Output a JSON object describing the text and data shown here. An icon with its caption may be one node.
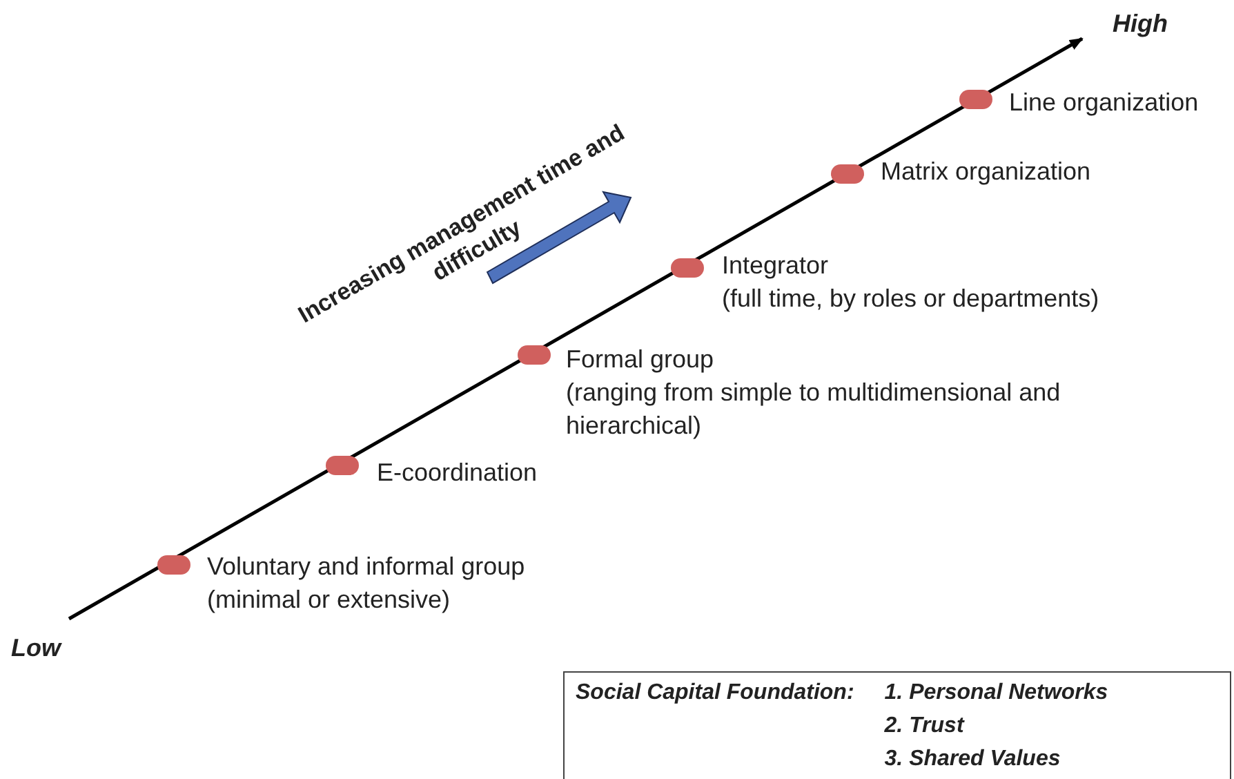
{
  "diagram": {
    "nodes": [
      {
        "text": [],
        "shape": "circle",
        "beside": [
          "Voluntary and informal group",
          "(minimal or extensive)"
        ]
      },
      {
        "text": [],
        "shape": "circle",
        "beside": [
          "E-coordination"
        ]
      },
      {
        "text": [],
        "shape": "circle",
        "beside": [
          "Formal group",
          "(ranging from simple to multidimensional and hierarchical)"
        ]
      },
      {
        "text": [],
        "shape": "circle",
        "beside": [
          "Integrator",
          "(full time, by roles or departments)"
        ]
      },
      {
        "text": [],
        "shape": "circle",
        "beside": [
          "Matrix organization"
        ]
      },
      {
        "text": [],
        "shape": "circle",
        "beside": [
          "Line organization"
        ]
      },
      {
        "text": [
          "Social Capital Foundation:",
          "1. Personal Networks",
          "2. Trust",
          "3. Shared Values"
        ]
      }
    ],
    "labels": [
      "High",
      "Increasing management time and difficulty",
      "Low"
    ]
  }
}
